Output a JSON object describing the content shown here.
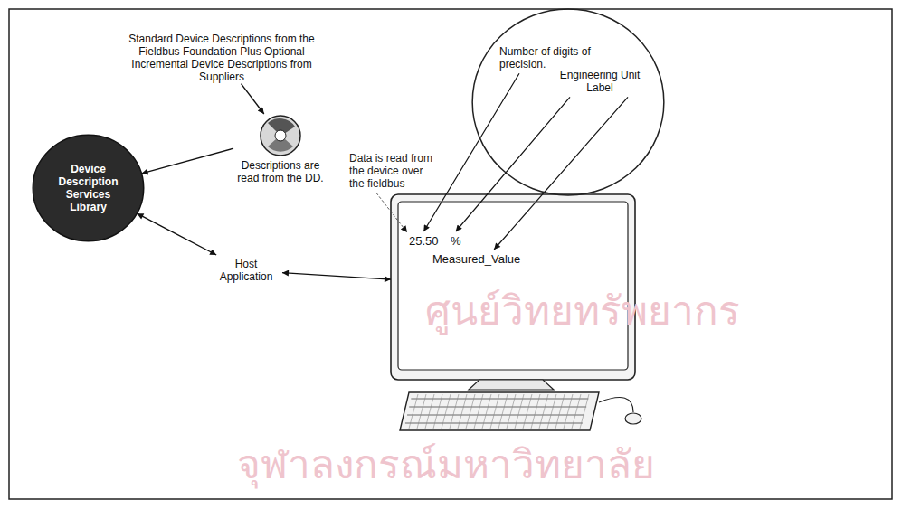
{
  "diagram": {
    "nodes": [
      {
        "text": [
          "Standard Device Descriptions from the Fieldbus Foundation Plus Optional Incremental Device Descriptions from Suppliers"
        ]
      },
      {
        "text": [
          "Descriptions are read from the DD."
        ]
      },
      {
        "text": [
          "Device Description Services Library"
        ]
      },
      {
        "text": [
          "Host Application"
        ]
      },
      {
        "text": [
          "25.50",
          "%",
          "Measured_Value"
        ]
      },
      {
        "text": [
          "Number of digits of precision.",
          "Engineering Unit Label"
        ]
      }
    ],
    "edges": [
      {
        "from": 0,
        "to": 1,
        "arrow": "to"
      },
      {
        "from": 1,
        "to": 2,
        "arrow": "to"
      },
      {
        "from": 2,
        "to": 3,
        "arrow": "both"
      },
      {
        "from": 3,
        "to": 4,
        "arrow": "both"
      }
    ],
    "labels": [
      "Data is read from the device over the fieldbus",
      "ศูนย์วิทยทรัพยากร",
      "จุฬาลงกรณ์มหาวิทยาลัย"
    ]
  }
}
